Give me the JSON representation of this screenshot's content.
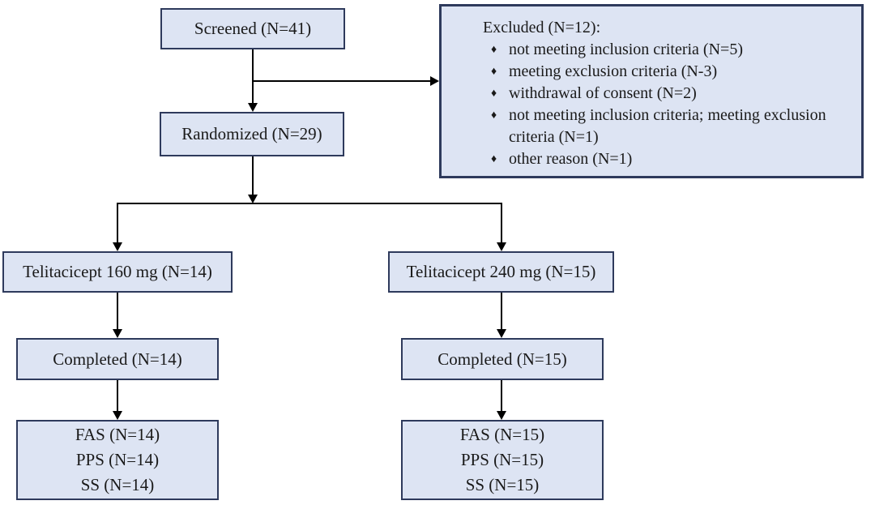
{
  "diagram": {
    "bullet_glyph": "♦",
    "colors": {
      "background": "#ffffff",
      "box_fill": "#dde4f3",
      "box_border": "#2e3a5c",
      "connector": "#000000",
      "text": "#1a1a1a"
    },
    "boxes": {
      "screened": {
        "label": "Screened (N=41)"
      },
      "randomized": {
        "label": "Randomized (N=29)"
      },
      "excluded": {
        "title": "Excluded (N=12):",
        "items": [
          "not meeting inclusion criteria (N=5)",
          "meeting exclusion criteria (N-3)",
          "withdrawal of consent (N=2)",
          "not meeting inclusion criteria; meeting exclusion criteria (N=1)",
          "other reason (N=1)"
        ]
      },
      "arm160": {
        "label": "Telitacicept 160 mg (N=14)"
      },
      "arm240": {
        "label": "Telitacicept 240 mg (N=15)"
      },
      "completed160": {
        "label": "Completed (N=14)"
      },
      "completed240": {
        "label": "Completed (N=15)"
      },
      "analysis160": {
        "lines": [
          "FAS (N=14)",
          "PPS (N=14)",
          "SS (N=14)"
        ]
      },
      "analysis240": {
        "lines": [
          "FAS (N=15)",
          "PPS (N=15)",
          "SS (N=15)"
        ]
      }
    }
  }
}
